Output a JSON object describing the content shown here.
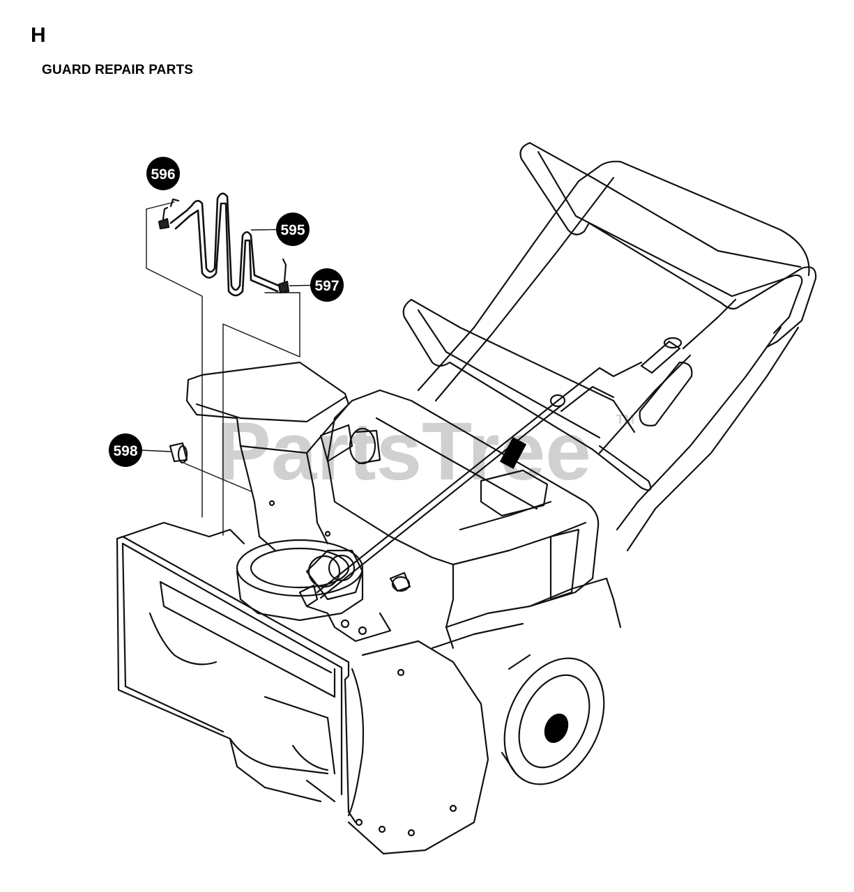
{
  "header": {
    "section_letter": "H",
    "section_title": "GUARD REPAIR PARTS"
  },
  "watermark": {
    "text": "PartsTree",
    "trademark": "TM",
    "color": "#c8c8c8"
  },
  "callouts": [
    {
      "id": "c596",
      "label": "596"
    },
    {
      "id": "c595",
      "label": "595"
    },
    {
      "id": "c597",
      "label": "597"
    },
    {
      "id": "c598",
      "label": "598"
    }
  ],
  "colors": {
    "line": "#111111",
    "callout_fill": "#000000",
    "callout_text": "#ffffff"
  }
}
